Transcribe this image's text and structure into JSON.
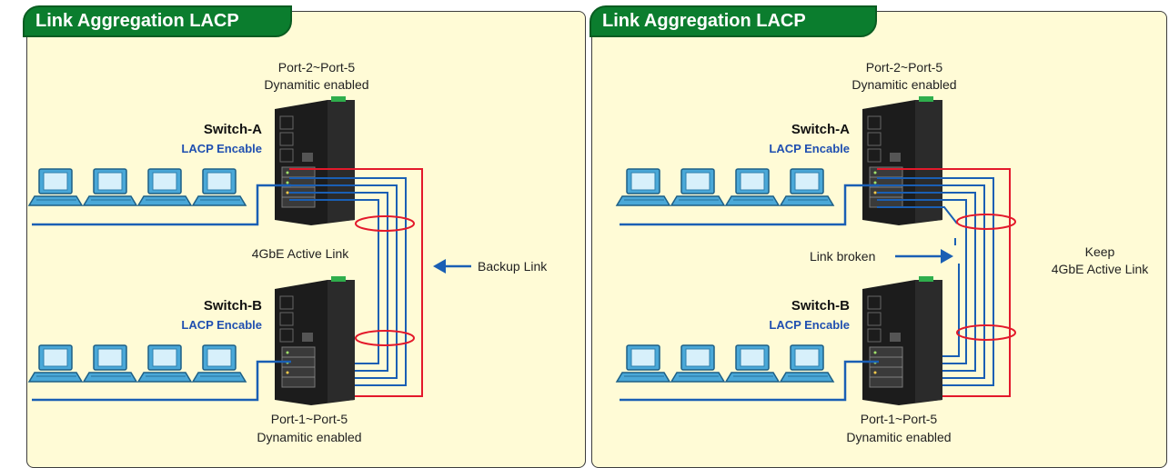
{
  "panels": [
    {
      "title": "Link Aggregation LACP",
      "top_port_label": "Port-2~Port-5",
      "top_port_status": "Dynamitic enabled",
      "switch_a": {
        "name": "Switch-A",
        "lacp": "LACP Encable"
      },
      "switch_b": {
        "name": "Switch-B",
        "lacp": "LACP Encable"
      },
      "active_link_label": "4GbE Active Link",
      "backup_link_label": "Backup Link",
      "bottom_port_label": "Port-1~Port-5",
      "bottom_port_status": "Dynamitic enabled"
    },
    {
      "title": "Link Aggregation LACP",
      "top_port_label": "Port-2~Port-5",
      "top_port_status": "Dynamitic enabled",
      "switch_a": {
        "name": "Switch-A",
        "lacp": "LACP Encable"
      },
      "switch_b": {
        "name": "Switch-B",
        "lacp": "LACP Encable"
      },
      "link_broken_label": "Link broken",
      "keep_label_1": "Keep",
      "keep_label_2": "4GbE Active Link",
      "bottom_port_label": "Port-1~Port-5",
      "bottom_port_status": "Dynamitic enabled"
    }
  ],
  "colors": {
    "panel_bg": "#fffbd6",
    "title_tab": "#0b7d2e",
    "active_link": "#1a5fb4",
    "backup_link": "#e3192b",
    "computer": "#4aa8d8",
    "switch_body": "#1c1c1c"
  },
  "icons": [
    "laptop-icon",
    "switch-icon",
    "arrow-left-icon",
    "arrow-right-icon",
    "link-ellipse-icon"
  ]
}
